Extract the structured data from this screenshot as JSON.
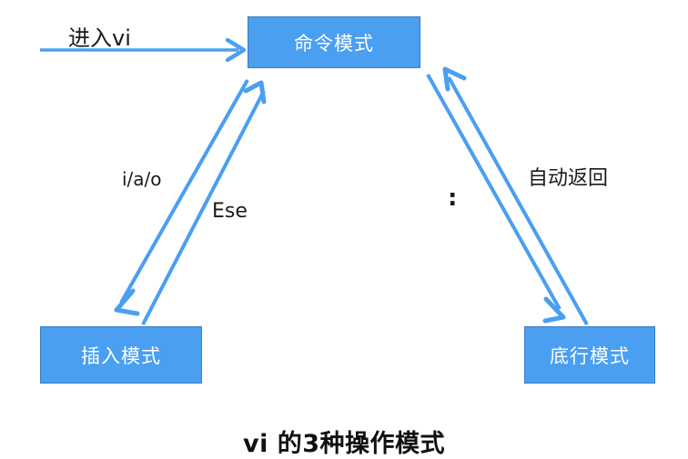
{
  "diagram": {
    "title": "vi 的3种操作模式",
    "background_color": "#ffffff",
    "node_fill_color": "#4a9ff0",
    "node_border_color": "#3b7cc4",
    "node_text_color": "#ffffff",
    "arrow_color": "#4a9ff0",
    "label_text_color": "#1a1a1a",
    "nodes": [
      {
        "id": "command",
        "label": "命令模式"
      },
      {
        "id": "insert",
        "label": "插入模式"
      },
      {
        "id": "lastline",
        "label": "底行模式"
      }
    ],
    "edges": [
      {
        "id": "enter",
        "label": "进入vi",
        "from": "start",
        "to": "command",
        "direction": "right"
      },
      {
        "id": "iao",
        "label": "i/a/o",
        "from": "command",
        "to": "insert",
        "direction": "down-left"
      },
      {
        "id": "ese",
        "label": "Ese",
        "from": "insert",
        "to": "command",
        "direction": "up-right"
      },
      {
        "id": "colon",
        "label": ":",
        "from": "command",
        "to": "lastline",
        "direction": "down-right"
      },
      {
        "id": "auto",
        "label": "自动返回",
        "from": "lastline",
        "to": "command",
        "direction": "up-left"
      }
    ]
  }
}
